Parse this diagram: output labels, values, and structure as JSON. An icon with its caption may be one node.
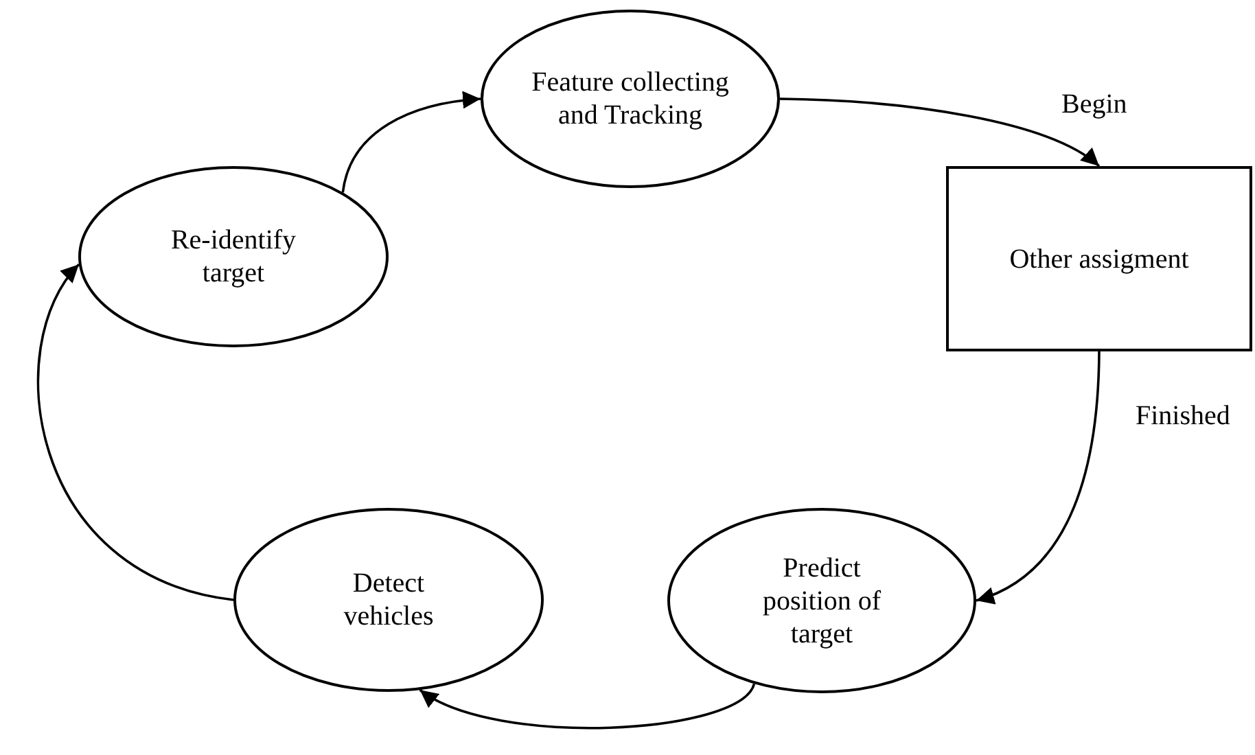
{
  "diagram": {
    "nodes": [
      {
        "text": [
          "Feature collecting and Tracking"
        ]
      },
      {
        "text": [
          "Other assigment"
        ]
      },
      {
        "text": [
          "Predict position of target"
        ]
      },
      {
        "text": [
          "Detect vehicles"
        ]
      },
      {
        "text": [
          "Re-identify target"
        ]
      }
    ],
    "edges": [
      {
        "from": 0,
        "to": 1,
        "arrow": "to",
        "label": "Begin"
      },
      {
        "from": 1,
        "to": 2,
        "arrow": "to",
        "label": "Finished"
      },
      {
        "from": 2,
        "to": 3,
        "arrow": "to"
      },
      {
        "from": 3,
        "to": 4,
        "arrow": "to"
      },
      {
        "from": 4,
        "to": 0,
        "arrow": "to"
      }
    ]
  }
}
